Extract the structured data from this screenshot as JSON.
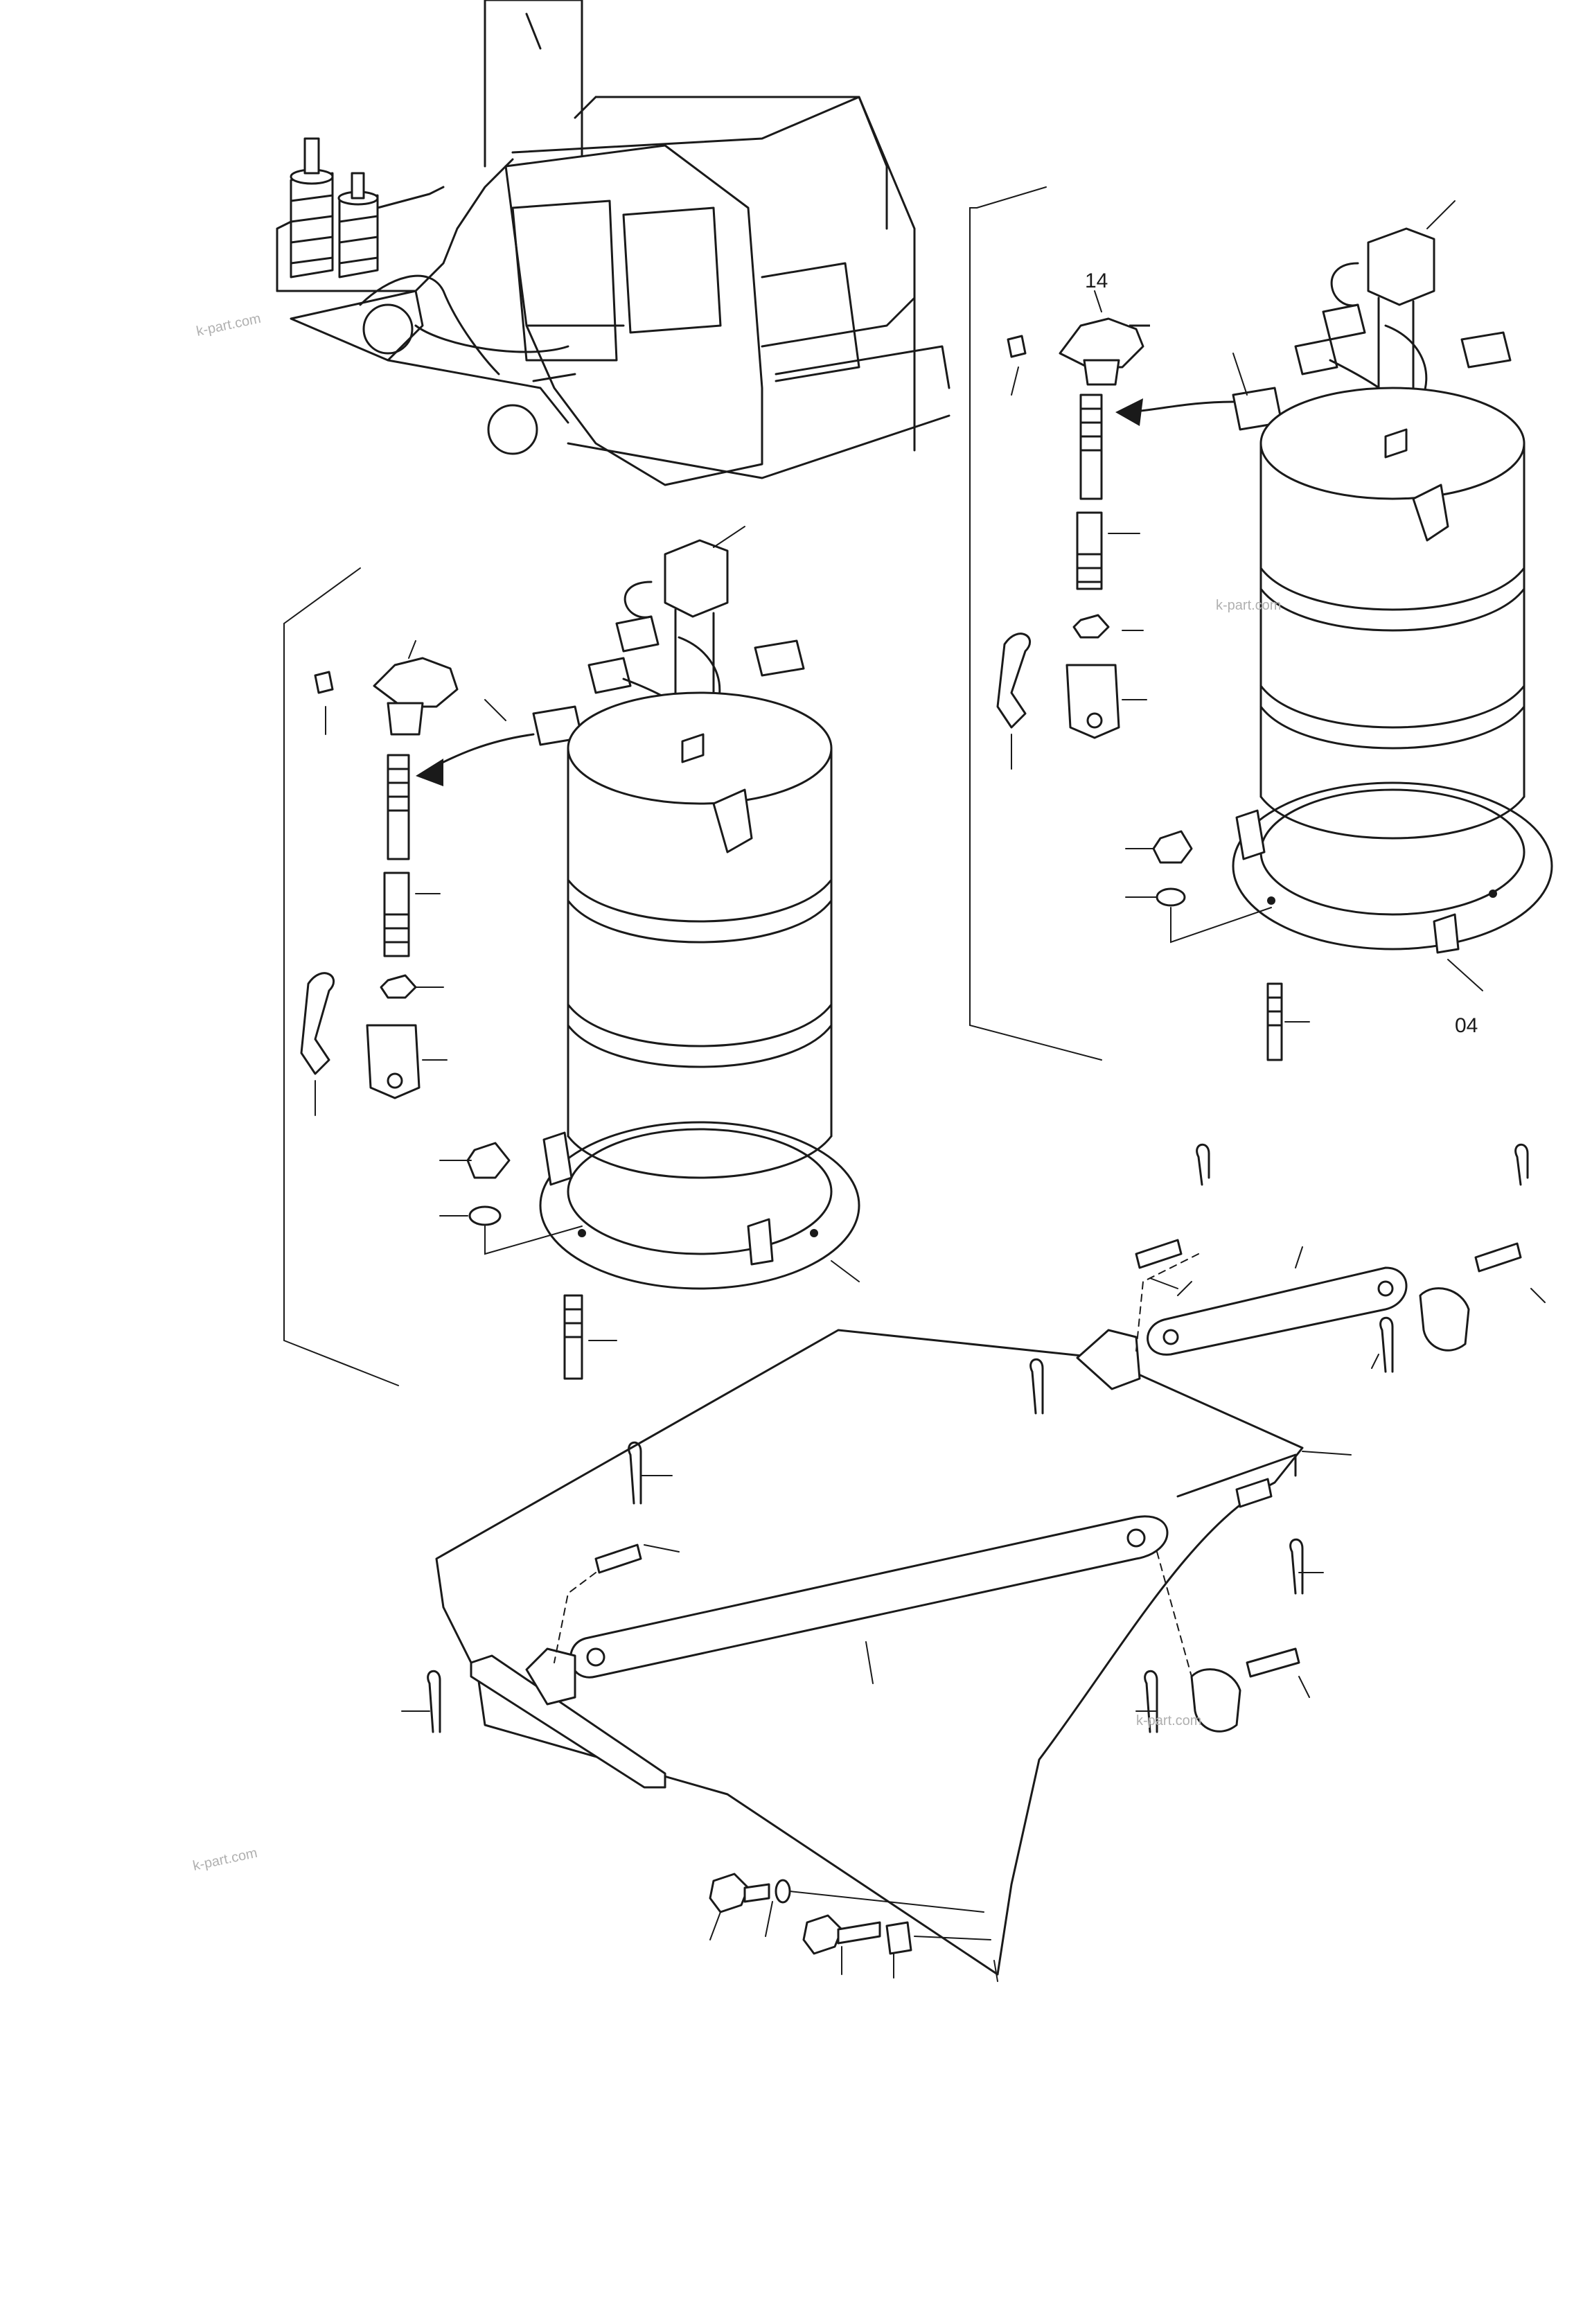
{
  "labels": {
    "callout_top": "14",
    "callout_ring": "04"
  },
  "watermark": {
    "text": "k-part.com"
  },
  "colors": {
    "line": "#1a1a1a",
    "background": "#ffffff",
    "watermark": "#b0b0b0"
  }
}
